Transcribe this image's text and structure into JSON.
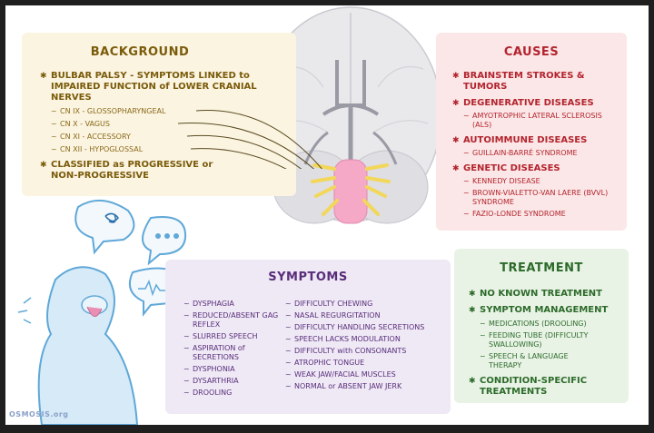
{
  "background": {
    "title": "BACKGROUND",
    "items": [
      {
        "text": "BULBAR PALSY - SYMPTOMS LINKED to IMPAIRED FUNCTION of LOWER CRANIAL NERVES"
      },
      {
        "text": "CLASSIFIED as PROGRESSIVE or NON-PROGRESSIVE"
      }
    ],
    "nerves": [
      "CN IX - GLOSSOPHARYNGEAL",
      "CN X - VAGUS",
      "CN XI - ACCESSORY",
      "CN XII - HYPOGLOSSAL"
    ]
  },
  "causes": {
    "title": "CAUSES",
    "groups": [
      {
        "label": "BRAINSTEM STROKES & TUMORS",
        "subs": []
      },
      {
        "label": "DEGENERATIVE DISEASES",
        "subs": [
          "AMYOTROPHIC LATERAL SCLEROSIS (ALS)"
        ]
      },
      {
        "label": "AUTOIMMUNE DISEASES",
        "subs": [
          "GUILLAIN-BARRÉ SYNDROME"
        ]
      },
      {
        "label": "GENETIC DISEASES",
        "subs": [
          "KENNEDY DISEASE",
          "BROWN-VIALETTO-VAN LAERE (BVVL) SYNDROME",
          "FAZIO-LONDE SYNDROME"
        ]
      }
    ]
  },
  "symptoms": {
    "title": "SYMPTOMS",
    "left": [
      "DYSPHAGIA",
      "REDUCED/ABSENT GAG REFLEX",
      "SLURRED SPEECH",
      "ASPIRATION of SECRETIONS",
      "DYSPHONIA",
      "DYSARTHRIA",
      "DROOLING"
    ],
    "right": [
      "DIFFICULTY CHEWING",
      "NASAL REGURGITATION",
      "DIFFICULTY HANDLING SECRETIONS",
      "SPEECH LACKS MODULATION",
      "DIFFICULTY with CONSONANTS",
      "ATROPHIC TONGUE",
      "WEAK JAW/FACIAL MUSCLES",
      "NORMAL or ABSENT JAW JERK"
    ]
  },
  "treatment": {
    "title": "TREATMENT",
    "items": [
      "NO KNOWN TREATMENT",
      "SYMPTOM MANAGEMENT"
    ],
    "subs": [
      "MEDICATIONS (DROOLING)",
      "FEEDING TUBE (DIFFICULTY SWALLOWING)",
      "SPEECH & LANGUAGE THERAPY"
    ],
    "last": "CONDITION-SPECIFIC TREATMENTS"
  },
  "logo": {
    "text": "OSMOSIS.org"
  },
  "colors": {
    "background_accent": "#7a5b0a",
    "causes_accent": "#b3242e",
    "symptoms_accent": "#5a2d7a",
    "treatment_accent": "#2d6b2a",
    "nerve_highlight": "#f2d75a",
    "brainstem_pink": "#f5a9c6"
  }
}
